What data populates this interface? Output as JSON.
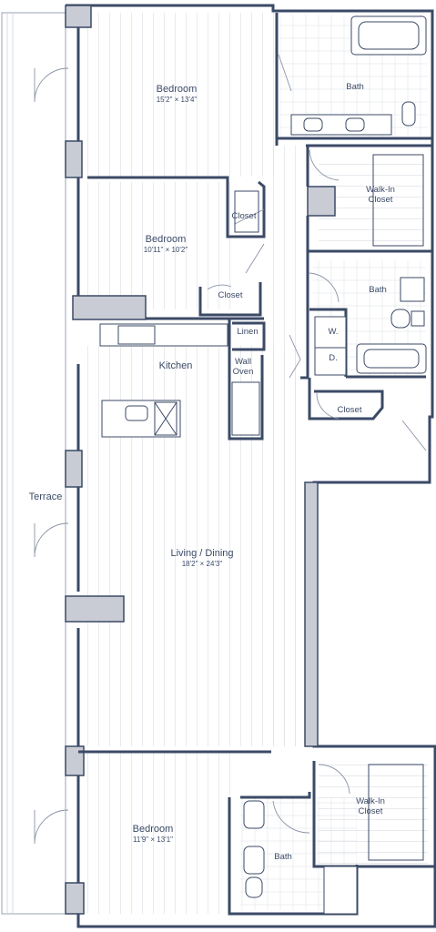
{
  "floorplan": {
    "colors": {
      "wall": "#3b4a66",
      "wall_fill": "#c9ccd4",
      "floor_line": "#d9dde5",
      "text": "#3b4a66"
    },
    "rooms": {
      "bedroom_1": {
        "name": "Bedroom",
        "dims": "15'2\" × 13'4\""
      },
      "bedroom_2": {
        "name": "Bedroom",
        "dims": "10'11\" × 10'2\""
      },
      "bedroom_3": {
        "name": "Bedroom",
        "dims": "11'9\" × 13'1\""
      },
      "living": {
        "name": "Living / Dining",
        "dims": "18'2\" × 24'3\""
      },
      "kitchen": {
        "name": "Kitchen"
      },
      "terrace": {
        "name": "Terrace"
      },
      "bath_1": {
        "name": "Bath"
      },
      "bath_2": {
        "name": "Bath"
      },
      "bath_3": {
        "name": "Bath"
      },
      "walkin_1": {
        "name": "Walk-In",
        "name2": "Closet"
      },
      "walkin_2": {
        "name": "Walk-In",
        "name2": "Closet"
      },
      "closet_1": {
        "name": "Closet"
      },
      "closet_2": {
        "name": "Closet"
      },
      "closet_3": {
        "name": "Closet"
      },
      "linen": {
        "name": "Linen"
      },
      "wall_oven": {
        "name": "Wall",
        "name2": "Oven"
      },
      "washer": {
        "name": "W."
      },
      "dryer": {
        "name": "D."
      }
    }
  }
}
